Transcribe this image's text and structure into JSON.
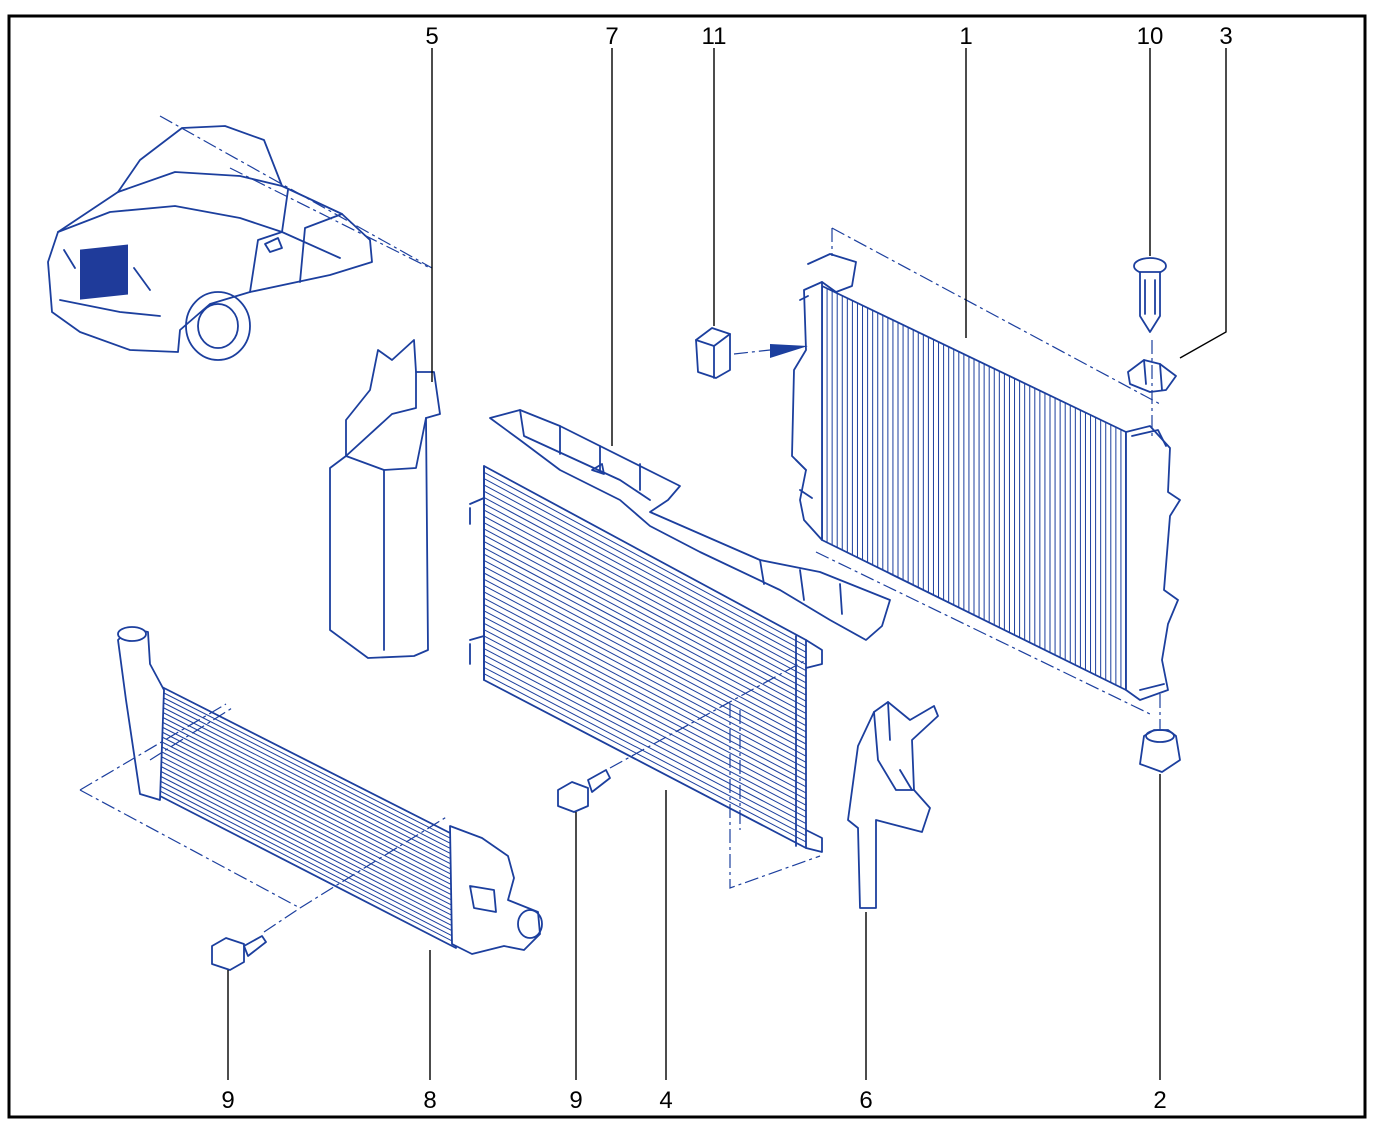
{
  "callouts": [
    {
      "id": "c5",
      "label": "5"
    },
    {
      "id": "c7",
      "label": "7"
    },
    {
      "id": "c11",
      "label": "11"
    },
    {
      "id": "c1",
      "label": "1"
    },
    {
      "id": "c10",
      "label": "10"
    },
    {
      "id": "c3",
      "label": "3"
    },
    {
      "id": "c9a",
      "label": "9"
    },
    {
      "id": "c8",
      "label": "8"
    },
    {
      "id": "c9b",
      "label": "9"
    },
    {
      "id": "c4",
      "label": "4"
    },
    {
      "id": "c6",
      "label": "6"
    },
    {
      "id": "c2",
      "label": "2"
    }
  ],
  "colors": {
    "line": "#1c3f9e",
    "highlight": "#1f3b9a",
    "frame": "#000000"
  }
}
